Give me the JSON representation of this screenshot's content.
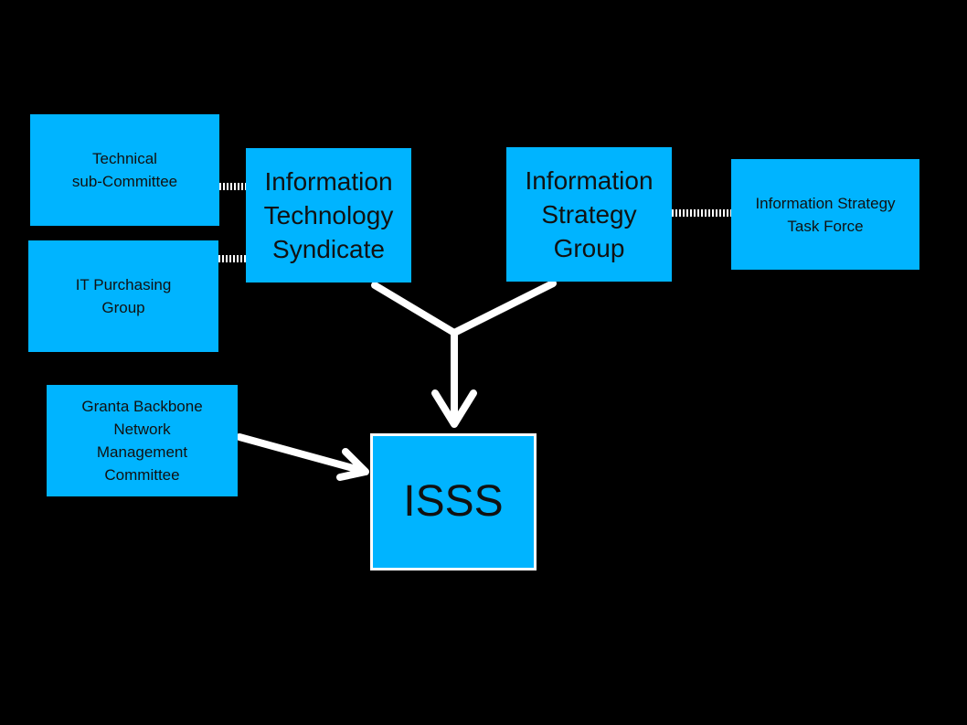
{
  "colors": {
    "background": "#000000",
    "box_fill": "#00b4ff",
    "box_text": "#111111",
    "connector": "#ffffff"
  },
  "boxes": {
    "technical_subcommittee": {
      "label": "Technical\nsub-Committee"
    },
    "it_purchasing_group": {
      "label": "IT Purchasing\nGroup"
    },
    "granta_backbone": {
      "label": "Granta Backbone\nNetwork\nManagement\nCommittee"
    },
    "it_syndicate": {
      "label": "Information\nTechnology\nSyndicate"
    },
    "info_strategy_group": {
      "label": "Information\nStrategy\nGroup"
    },
    "info_strategy_task_force": {
      "label": "Information Strategy\nTask Force"
    },
    "isss": {
      "label": "ISSS"
    }
  }
}
